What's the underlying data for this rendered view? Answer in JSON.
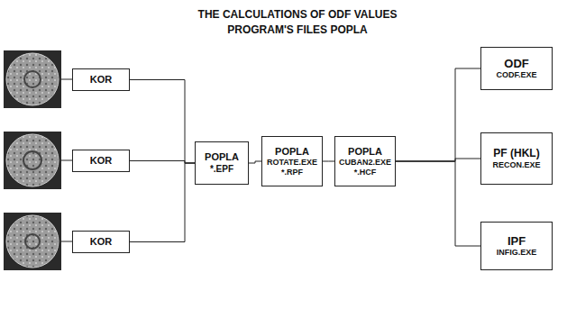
{
  "diagram": {
    "title": "THE CALCULATIONS OF ODF VALUES PROGRAM'S FILES POPLA",
    "nodes": [
      {
        "text": [
          "KOR"
        ]
      },
      {
        "text": [
          "KOR"
        ]
      },
      {
        "text": [
          "KOR"
        ]
      },
      {
        "text": [
          "POPLA",
          "*.EPF"
        ]
      },
      {
        "text": [
          "POPLA",
          "ROTATE.EXE",
          "*.RPF"
        ]
      },
      {
        "text": [
          "POPLA",
          "CUBAN2.EXE",
          "*.HCF"
        ]
      },
      {
        "text": [
          "ODF",
          "CODF.EXE"
        ]
      },
      {
        "text": [
          "PF (HKL)",
          "RECON.EXE"
        ]
      },
      {
        "text": [
          "IPF",
          "INFIG.EXE"
        ]
      }
    ],
    "edges": [
      {
        "from": 0,
        "to": 3,
        "arrow": "none"
      },
      {
        "from": 1,
        "to": 3,
        "arrow": "none"
      },
      {
        "from": 2,
        "to": 3,
        "arrow": "none"
      },
      {
        "from": 3,
        "to": 4,
        "arrow": "none"
      },
      {
        "from": 4,
        "to": 5,
        "arrow": "none"
      },
      {
        "from": 5,
        "to": 6,
        "arrow": "none"
      },
      {
        "from": 5,
        "to": 7,
        "arrow": "none"
      },
      {
        "from": 5,
        "to": 8,
        "arrow": "none"
      }
    ]
  }
}
